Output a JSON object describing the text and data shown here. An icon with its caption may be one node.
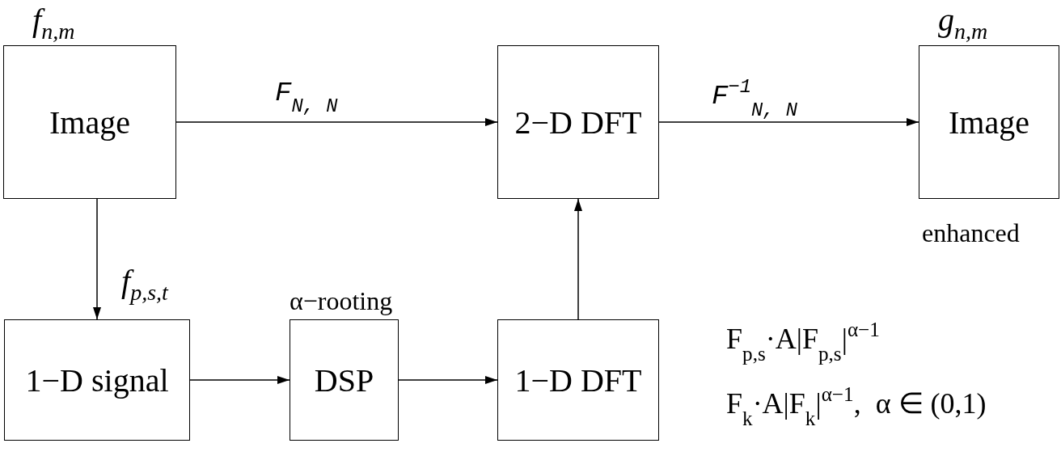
{
  "diagram": {
    "nodes": [
      {
        "text": [
          "Image"
        ],
        "beside": [
          "f$_{n,m}$"
        ]
      },
      {
        "text": [
          "2−D DFT"
        ]
      },
      {
        "text": [
          "Image"
        ],
        "beside": [
          "g$_{n,m}$",
          "enhanced"
        ]
      },
      {
        "text": [
          "1−D signal"
        ]
      },
      {
        "text": [
          "DSP"
        ],
        "beside": [
          "α−rooting"
        ]
      },
      {
        "text": [
          "1−D DFT"
        ]
      }
    ],
    "edges": [
      {
        "from": 0,
        "to": 1,
        "arrow": "to",
        "label": "F$_{N, N}$"
      },
      {
        "from": 1,
        "to": 2,
        "arrow": "to",
        "label": "F$^{−1}$$_{N, N}$"
      },
      {
        "from": 0,
        "to": 3,
        "arrow": "to",
        "label": "f$_{p,s,t}$"
      },
      {
        "from": 3,
        "to": 4,
        "arrow": "to"
      },
      {
        "from": 4,
        "to": 5,
        "arrow": "to"
      },
      {
        "from": 5,
        "to": 1,
        "arrow": "to"
      }
    ],
    "labels": [
      "F$_{p,s}$·A|F$_{p,s}$|$^{α−1}$",
      "F$_{k}$·A|F$_{k}$|$^{α−1}$,  α ∈ (0,1)"
    ]
  }
}
